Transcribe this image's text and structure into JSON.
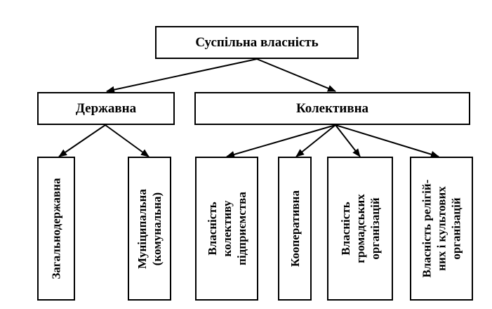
{
  "root": {
    "label": "Суспільна власність"
  },
  "state": {
    "label": "Державна"
  },
  "collective": {
    "label": "Колективна"
  },
  "state_children": [
    {
      "lines": [
        "Загальнодержавна"
      ]
    },
    {
      "lines": [
        "Муніципальна",
        "(комунальна)"
      ]
    }
  ],
  "collective_children": [
    {
      "lines": [
        "Власність",
        "колективу",
        "підприємства"
      ]
    },
    {
      "lines": [
        "Кооперативна"
      ]
    },
    {
      "lines": [
        "Власність",
        "громадських",
        "організацій"
      ]
    },
    {
      "lines": [
        "Власність релігій-",
        "них і культових",
        "організацій"
      ]
    }
  ],
  "colors": {
    "line": "#000000",
    "background": "#ffffff"
  }
}
